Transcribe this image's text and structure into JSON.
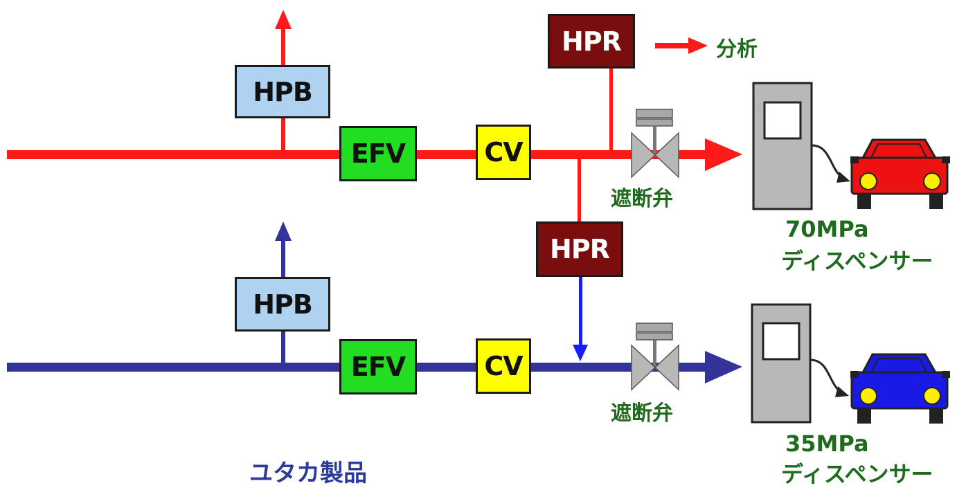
{
  "components": {
    "hpb": "HPB",
    "efv": "EFV",
    "cv": "CV",
    "hpr": "HPR"
  },
  "labels": {
    "analysis": "分析",
    "shutoff_valve": "遮断弁",
    "dispenser_70": [
      "70MPa",
      "ディスペンサー"
    ],
    "dispenser_35": [
      "35MPa",
      "ディスペンサー"
    ],
    "maker": "ユタカ製品"
  },
  "colors": {
    "high_pressure_line": "#ff1a1a",
    "low_pressure_line": "#333399",
    "hpr_to_low_line": "#1a1aff",
    "hpb_fill": "#aed2f0",
    "efv_fill": "#22dd22",
    "cv_fill": "#ffff00",
    "hpr_fill": "#7a0e0e",
    "car_70": "#ee1111",
    "car_35": "#1a1ae6",
    "label_green": "#1e6b1e",
    "maker_text": "#2b3a9c"
  }
}
